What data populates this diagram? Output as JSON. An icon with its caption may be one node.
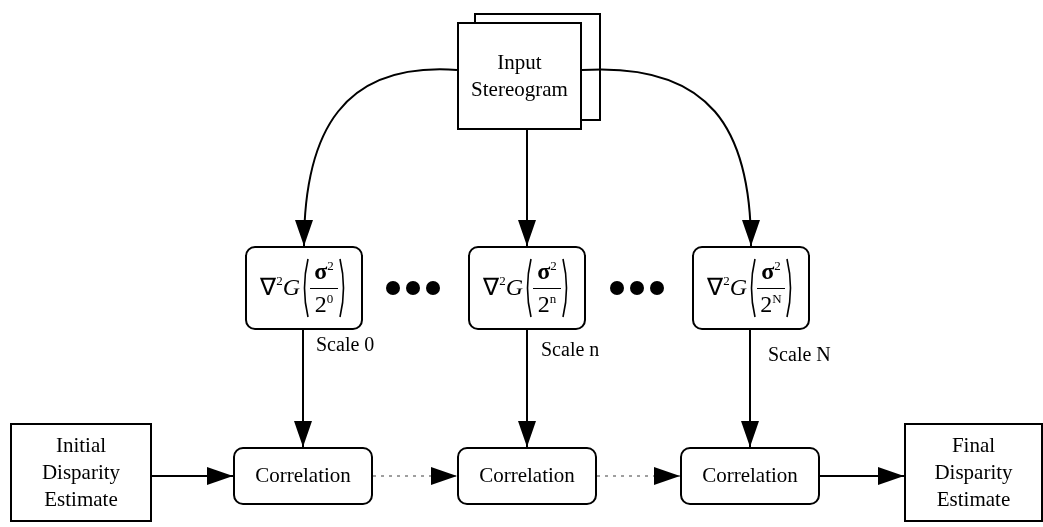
{
  "diagram": {
    "nodes": [
      {
        "text": [
          "Input Stereogram"
        ]
      },
      {
        "text": [
          "∇$^{2}$*G*",
          "**σ**$^{2}$",
          "2$^{0}$"
        ],
        "beside": [
          "Scale 0"
        ]
      },
      {
        "text": [
          "∇$^{2}$*G*",
          "**σ**$^{2}$",
          "2$^{n}$"
        ],
        "beside": [
          "Scale n"
        ]
      },
      {
        "text": [
          "∇$^{2}$*G*",
          "**σ**$^{2}$",
          "2$^{N}$"
        ],
        "beside": [
          "Scale N"
        ]
      },
      {
        "text": [
          "Initial Disparity Estimate"
        ]
      },
      {
        "text": [
          "Correlation"
        ]
      },
      {
        "text": [
          "Correlation"
        ]
      },
      {
        "text": [
          "Correlation"
        ]
      },
      {
        "text": [
          "Final Disparity Estimate"
        ]
      }
    ],
    "edges": [
      {
        "from": 0,
        "to": 1,
        "arrow": "to"
      },
      {
        "from": 0,
        "to": 2,
        "arrow": "to"
      },
      {
        "from": 0,
        "to": 3,
        "arrow": "to"
      },
      {
        "from": 1,
        "to": 5,
        "arrow": "to"
      },
      {
        "from": 2,
        "to": 6,
        "arrow": "to"
      },
      {
        "from": 3,
        "to": 7,
        "arrow": "to"
      },
      {
        "from": 4,
        "to": 5,
        "arrow": "to"
      },
      {
        "from": 5,
        "to": 6,
        "arrow": "to",
        "style": "dashed",
        "color": "#808080"
      },
      {
        "from": 6,
        "to": 7,
        "arrow": "to",
        "style": "dashed",
        "color": "#808080"
      },
      {
        "from": 7,
        "to": 8,
        "arrow": "to"
      }
    ]
  }
}
